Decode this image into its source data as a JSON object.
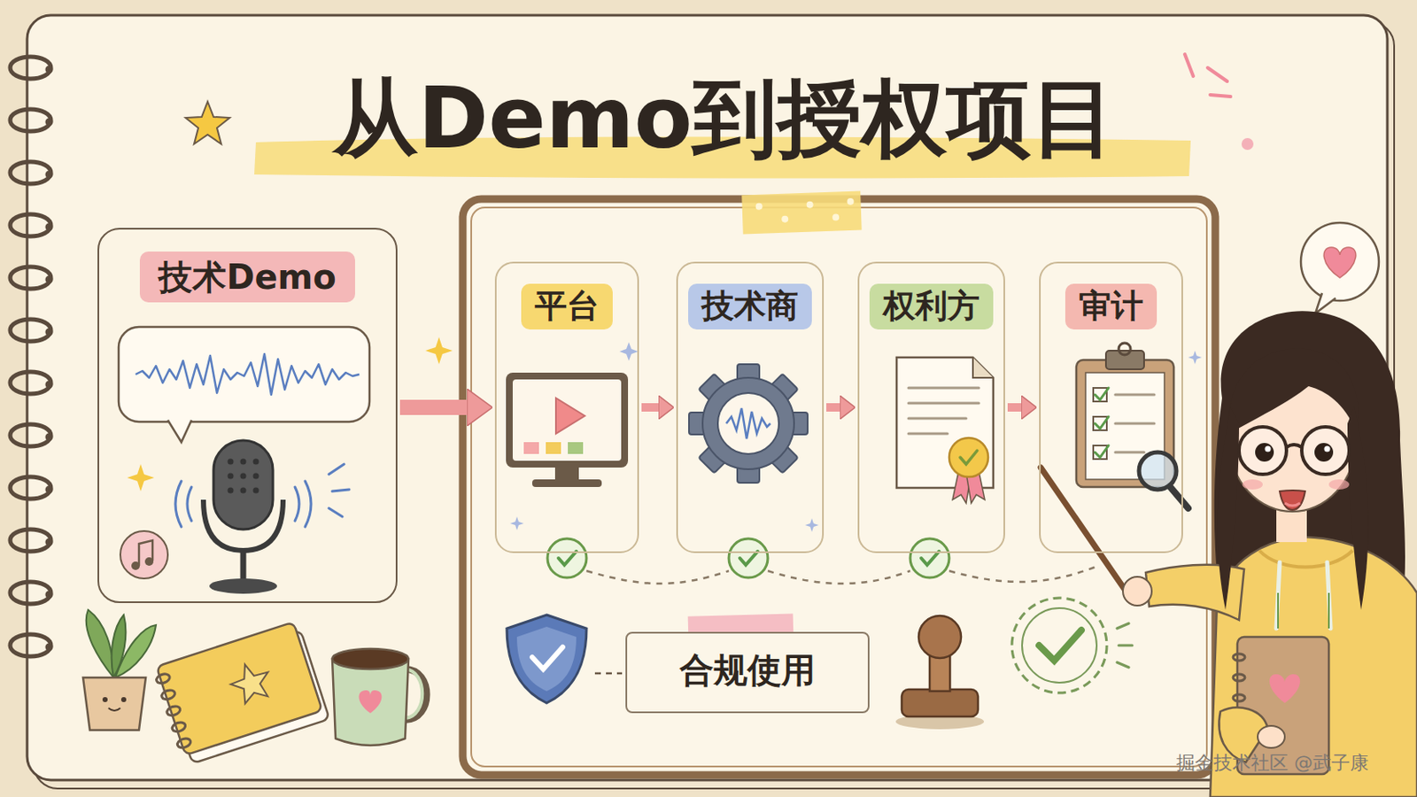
{
  "diagram": {
    "title": "从Demo到授权项目",
    "nodes": [
      {
        "text": [
          "技术Demo"
        ]
      },
      {
        "text": [
          "平台"
        ]
      },
      {
        "text": [
          "技术商"
        ]
      },
      {
        "text": [
          "权利方"
        ]
      },
      {
        "text": [
          "审计"
        ]
      },
      {
        "text": [
          "合规使用"
        ]
      }
    ],
    "edges": [
      {
        "from": 0,
        "to": 1,
        "arrow": "to"
      },
      {
        "from": 1,
        "to": 2,
        "arrow": "to"
      },
      {
        "from": 2,
        "to": 3,
        "arrow": "to"
      },
      {
        "from": 3,
        "to": 4,
        "arrow": "to"
      }
    ],
    "labels": [
      "掘金技术社区 @武子康"
    ]
  }
}
